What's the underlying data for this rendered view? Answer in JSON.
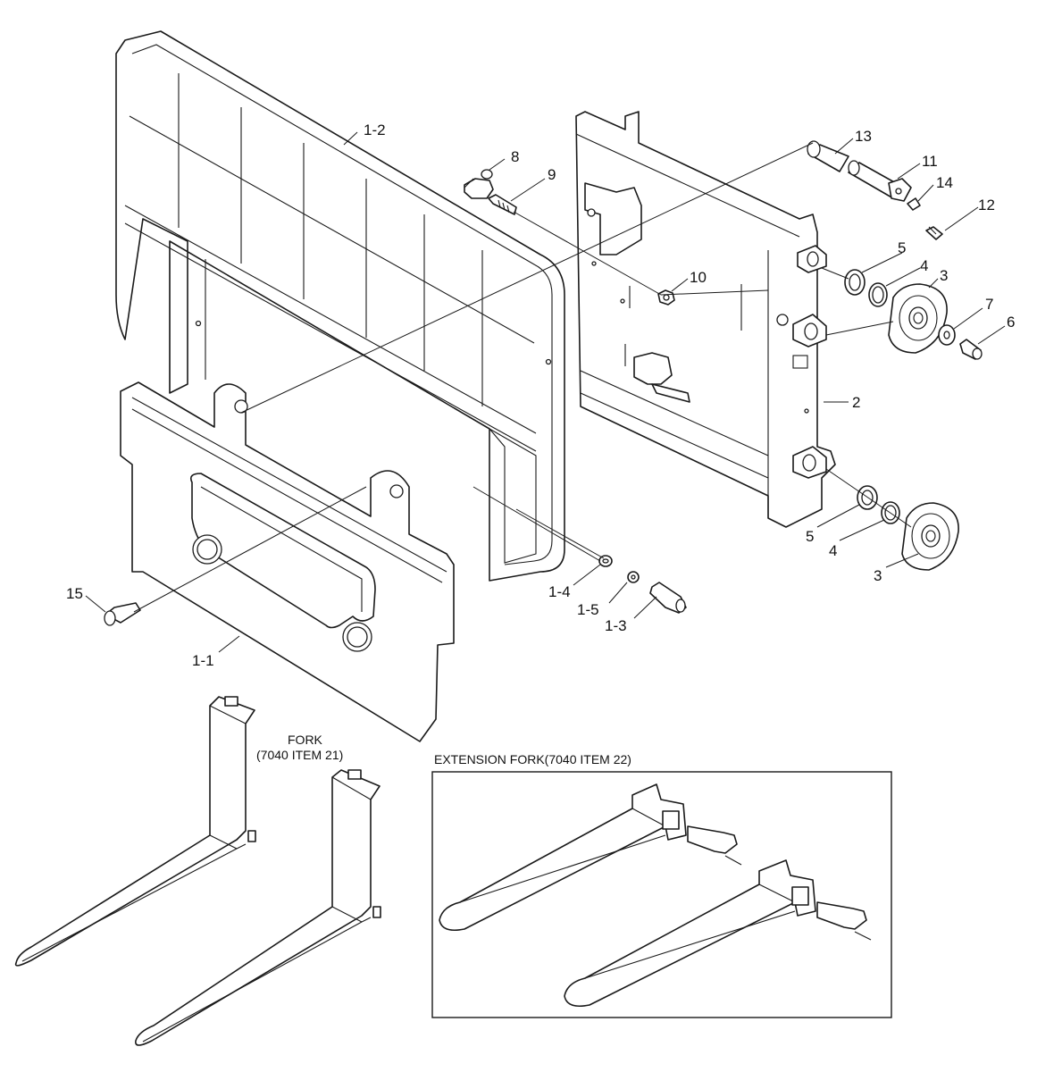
{
  "callouts": {
    "c1_2": "1-2",
    "c8": "8",
    "c9": "9",
    "c10": "10",
    "c13": "13",
    "c11": "11",
    "c14": "14",
    "c12": "12",
    "c5a": "5",
    "c4a": "4",
    "c3a": "3",
    "c7": "7",
    "c6": "6",
    "c2": "2",
    "c5b": "5",
    "c4b": "4",
    "c3b": "3",
    "c1_4": "1-4",
    "c1_5": "1-5",
    "c1_3": "1-3",
    "c15": "15",
    "c1_1": "1-1"
  },
  "captions": {
    "fork_line1": "FORK",
    "fork_line2": "(7040 ITEM 21)",
    "extension_fork": "EXTENSION FORK(7040 ITEM 22)"
  }
}
